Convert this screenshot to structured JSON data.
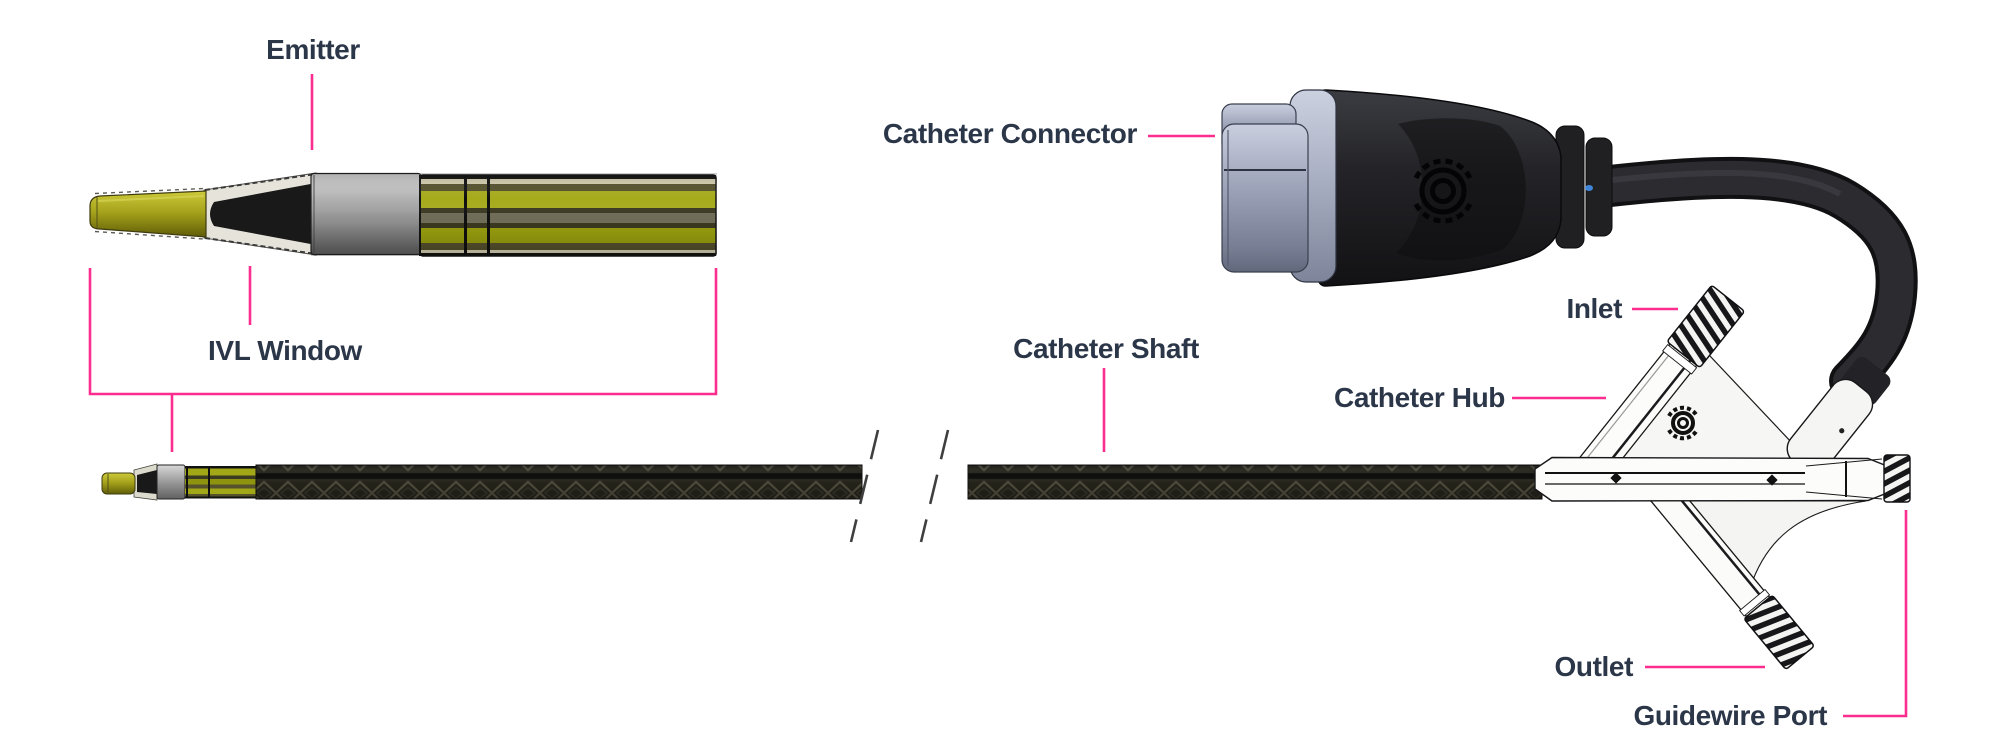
{
  "labels": {
    "emitter": "Emitter",
    "ivl_window": "IVL Window",
    "catheter_connector": "Catheter Connector",
    "catheter_shaft": "Catheter Shaft",
    "inlet": "Inlet",
    "catheter_hub": "Catheter Hub",
    "outlet": "Outlet",
    "guidewire_port": "Guidewire Port"
  },
  "colors": {
    "accent_pink": "#FB2D8E",
    "label_text": "#2B3648",
    "tip_yellow": "#A6AB1C",
    "emitter_gray": "#9B9B9B",
    "connector_gray": "#9BA1B6",
    "cable_black": "#28282C",
    "hub_white": "#FBFBFA",
    "braid_dark": "#232219"
  }
}
